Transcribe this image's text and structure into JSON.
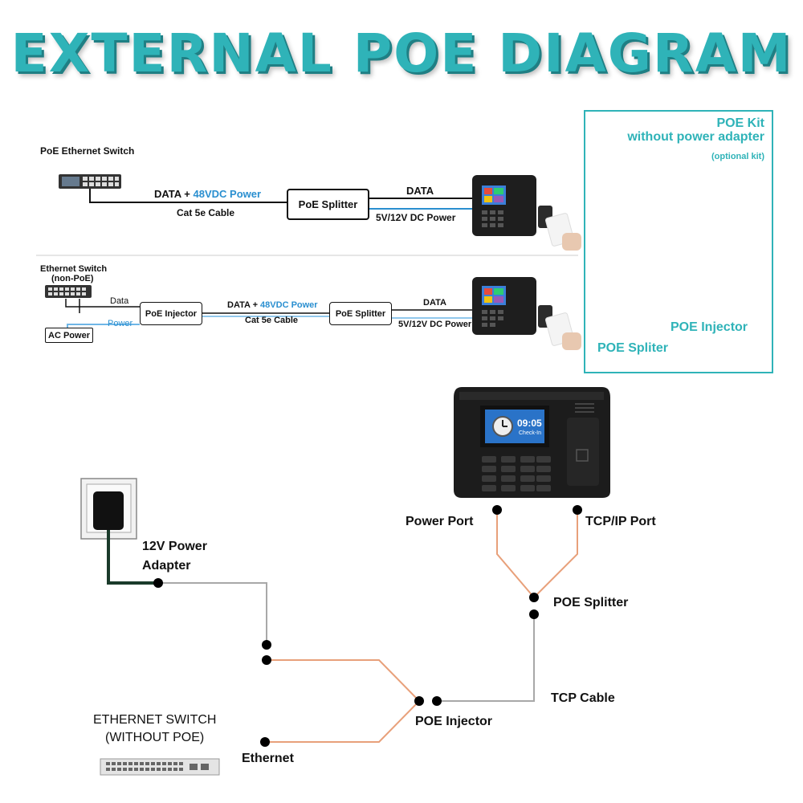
{
  "title": "EXTERNAL POE DIAGRAM",
  "colors": {
    "title": "#2fb3b8",
    "accent_blue": "#2a8fd0",
    "wire_orange": "#e8a07a",
    "wire_gray": "#a8a8a8",
    "wire_blue": "#6fb6e6"
  },
  "diagram1": {
    "switch_label": "PoE Ethernet Switch",
    "data_prefix": "DATA + ",
    "power_highlight": "48VDC Power",
    "cable": "Cat 5e Cable",
    "splitter": "PoE Splitter",
    "data": "DATA",
    "dc_power": "5V/12V DC Power"
  },
  "diagram2": {
    "switch_label_line1": "Ethernet Switch",
    "switch_label_line2": "(non-PoE)",
    "ac_power": "AC Power",
    "data": "Data",
    "power": "Power",
    "injector": "PoE Injector",
    "data_prefix": "DATA + ",
    "power_highlight": "48VDC Power",
    "cable": "Cat 5e Cable",
    "splitter": "PoE Splitter",
    "data_out": "DATA",
    "dc_power": "5V/12V DC Power"
  },
  "kit": {
    "title_line1": "POE Kit",
    "title_line2": "without power adapter",
    "optional": "(optional kit)",
    "injector": "POE Injector",
    "splitter": "POE Spliter"
  },
  "device_screen": {
    "time": "09:05",
    "status": "Check-In"
  },
  "bottom": {
    "adapter_line1": "12V Power",
    "adapter_line2": "Adapter",
    "power_port": "Power Port",
    "tcpip_port": "TCP/IP Port",
    "poe_splitter": "POE Splitter",
    "tcp_cable": "TCP Cable",
    "poe_injector": "POE Injector",
    "switch_line1": "ETHERNET SWITCH",
    "switch_line2": "(WITHOUT POE)",
    "ethernet": "Ethernet"
  }
}
